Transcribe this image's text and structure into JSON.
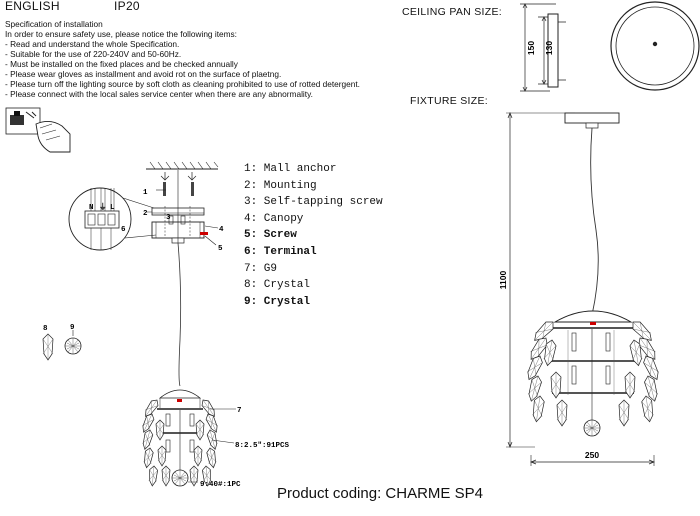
{
  "header": {
    "language": "ENGLISH",
    "ip_rating": "IP20"
  },
  "spec": {
    "title": "Specification of installation",
    "lines": [
      "In order to ensure safety use, please notice the following items:",
      "- Read and understand the whole Specification.",
      "- Suitable for the use of 220-240V and 50-60Hz.",
      "- Must be installed on the fixed places and be checked annually",
      "- Please wear gloves as installment and avoid rot on the surface of plaetng.",
      "- Please turn off the lighting source by soft cloth as cleaning prohibited to use of rotted detergent.",
      "- Please connect with the local sales service center when there are any abnormality."
    ]
  },
  "ceiling_pan": {
    "label": "CEILING PAN  SIZE:",
    "dim_outer": "150",
    "dim_inner": "130"
  },
  "fixture": {
    "label": "FIXTURE SIZE:",
    "height": "1100",
    "width": "250"
  },
  "parts": [
    {
      "text": "1: Mall anchor",
      "bold": false
    },
    {
      "text": "2: Mounting",
      "bold": false
    },
    {
      "text": "3: Self-tapping screw",
      "bold": false
    },
    {
      "text": "4: Canopy",
      "bold": false
    },
    {
      "text": "5: Screw",
      "bold": true
    },
    {
      "text": "6: Terminal",
      "bold": true
    },
    {
      "text": "7: G9",
      "bold": false
    },
    {
      "text": "8: Crystal",
      "bold": false
    },
    {
      "text": "9: Crystal",
      "bold": true
    }
  ],
  "callouts": {
    "n1": "1",
    "n2": "2",
    "n3": "3",
    "n4": "4",
    "n5": "5",
    "n6": "6",
    "n7": "7",
    "n8": "8:2.5\":91PCS",
    "n9": "9:40#:1PC",
    "terminal_n": "N",
    "terminal_earth": "⏚",
    "terminal_l": "L"
  },
  "crystal_labels": {
    "c8": "8",
    "c9": "9"
  },
  "product": {
    "label": "Product coding: CHARME SP4"
  }
}
